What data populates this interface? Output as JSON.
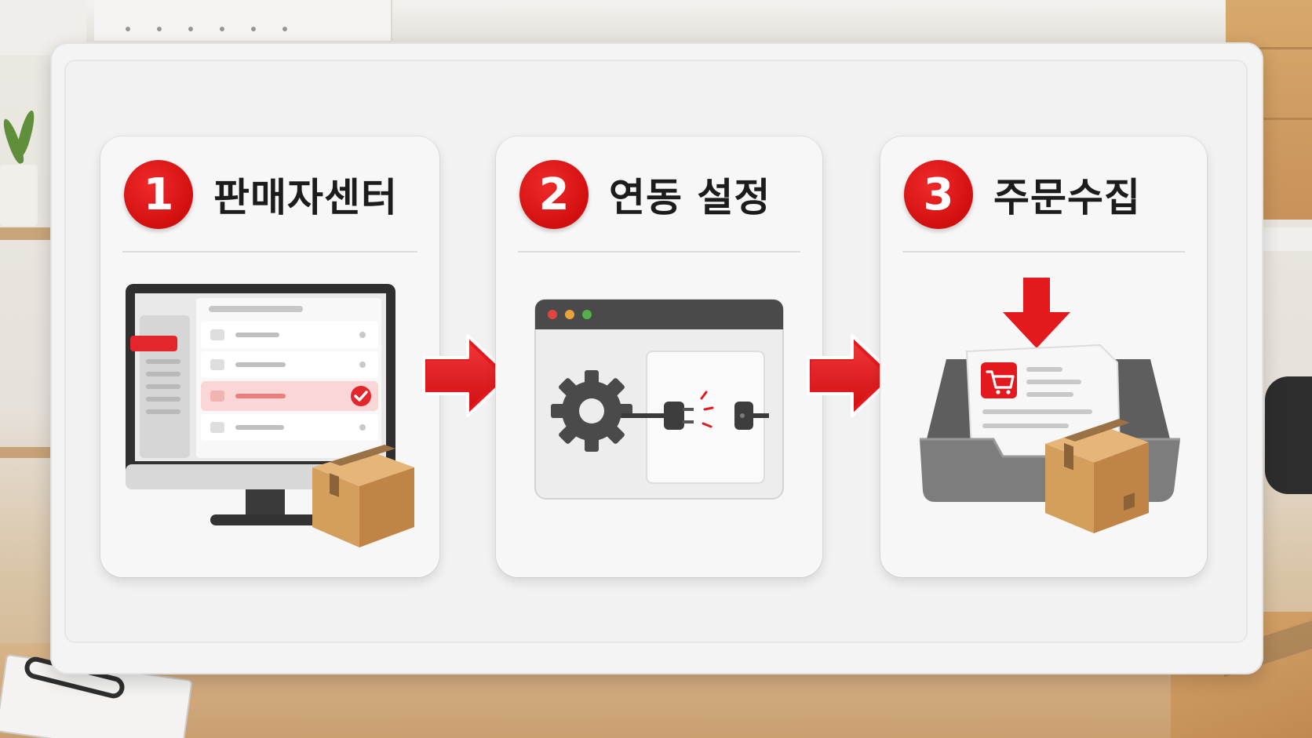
{
  "steps": [
    {
      "number": "1",
      "title": "판매자센터"
    },
    {
      "number": "2",
      "title": "연동 설정"
    },
    {
      "number": "3",
      "title": "주문수집"
    }
  ],
  "colors": {
    "accent": "#d9141a",
    "card_bg": "#f7f7f7",
    "board_bg": "#f4f4f4",
    "box": "#d8a45f"
  },
  "icons": [
    "monitor-icon",
    "package-icon",
    "check-icon",
    "gear-icon",
    "plug-icon",
    "browser-window-icon",
    "download-arrow-icon",
    "inbox-tray-icon",
    "shopping-cart-icon",
    "order-document-icon",
    "arrow-right-icon"
  ]
}
